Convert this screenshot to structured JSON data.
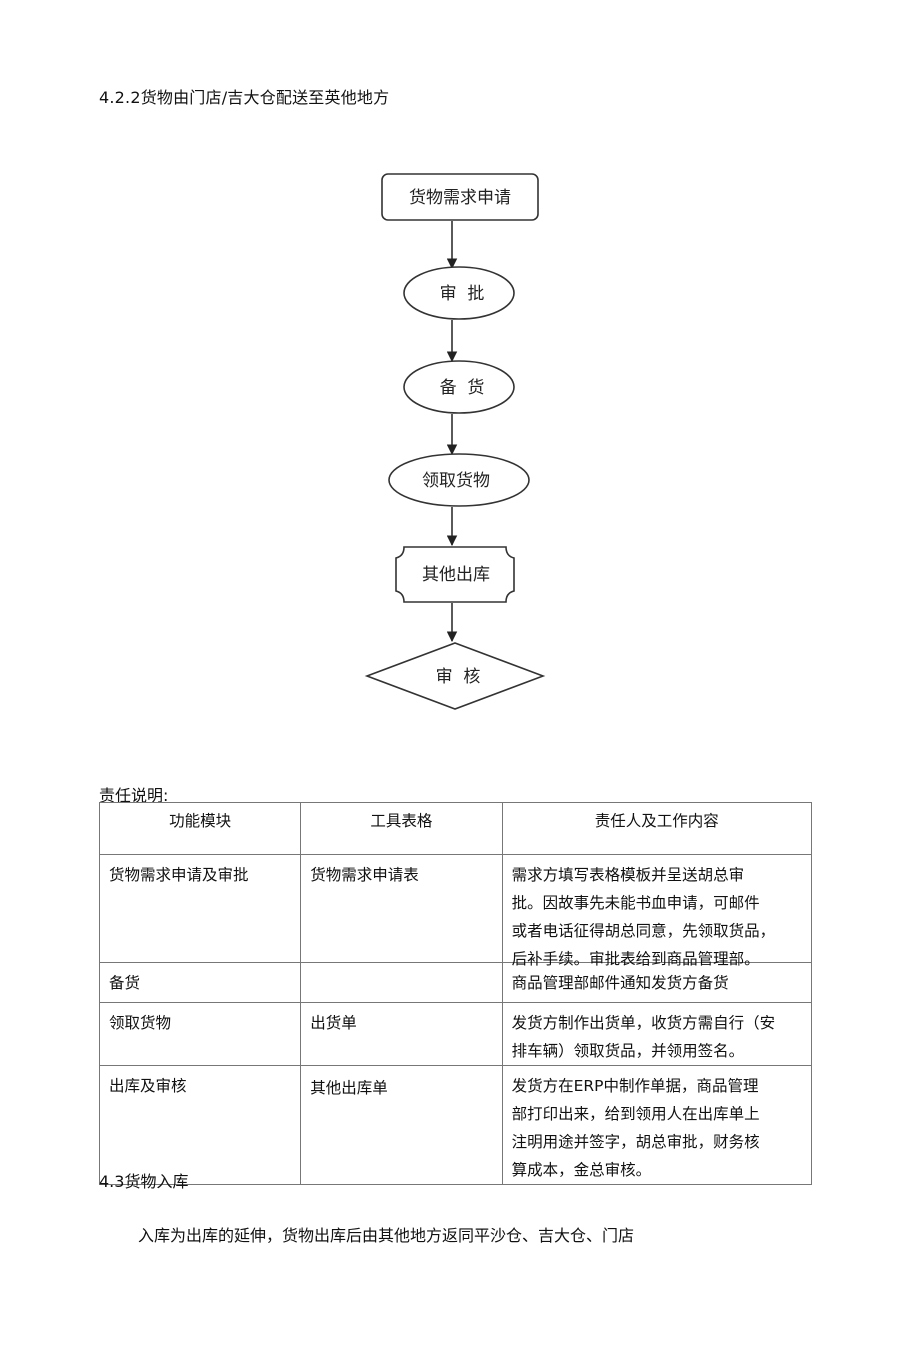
{
  "heading": "4.2.2货物由门店/吉大仓配送至英他地方",
  "flowchart": {
    "steps": [
      {
        "label": "货物需求申请",
        "shape": "rounded-rect"
      },
      {
        "label": "审  批",
        "shape": "ellipse"
      },
      {
        "label": "备  货",
        "shape": "ellipse"
      },
      {
        "label": "领取货物",
        "shape": "ellipse"
      },
      {
        "label": "其他出库",
        "shape": "notched-rect"
      },
      {
        "label": "审  核",
        "shape": "diamond"
      }
    ]
  },
  "responsibility": {
    "label": "责任说明:",
    "headers": [
      "功能模块",
      "工具表格",
      "责任人及工作内容"
    ],
    "rows": [
      {
        "module": "货物需求申请及审批",
        "tool": "货物需求申请表",
        "content": [
          "需求方填写表格模板并呈送胡总审",
          "批。因故事先未能书血申请，可邮件",
          "或者电话征得胡总同意，先领取货品，",
          "后补手续。审批表给到商品管理部。"
        ]
      },
      {
        "module": "备货",
        "tool": "",
        "content": [
          "商品管理部邮件通知发货方备货"
        ]
      },
      {
        "module": "领取货物",
        "tool": "出货单",
        "content": [
          "发货方制作出货单，收货方需自行（安",
          "排车辆）领取货品，并领用签名。"
        ]
      },
      {
        "module": "出库及审核",
        "tool": "其他出库单",
        "content": [
          "发货方在ERP中制作单据，商品管理",
          "部打印出来，给到领用人在出库单上",
          "注明用途并签字，胡总审批，财务核",
          "算成本，金总审核。"
        ]
      }
    ]
  },
  "section": {
    "heading": "4.3货物入库",
    "paragraph": "入库为出库的延伸，货物出库后由其他地方返同平沙仓、吉大仓、门店"
  }
}
